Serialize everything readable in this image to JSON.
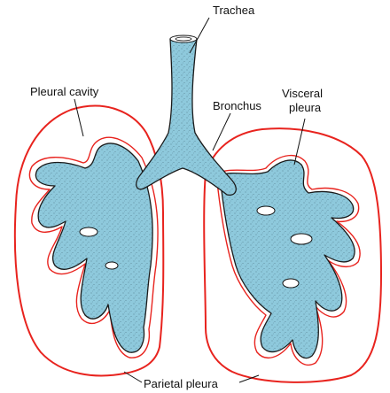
{
  "labels": {
    "trachea": "Trachea",
    "pleural_cavity": "Pleural cavity",
    "bronchus": "Bronchus",
    "visceral_pleura_line1": "Visceral",
    "visceral_pleura_line2": "pleura",
    "parietal_pleura": "Parietal pleura"
  },
  "colors": {
    "airway_fill": "#8ec9dc",
    "pleura_line": "#e8231e",
    "outline": "#1a1a1a",
    "background": "#ffffff"
  }
}
